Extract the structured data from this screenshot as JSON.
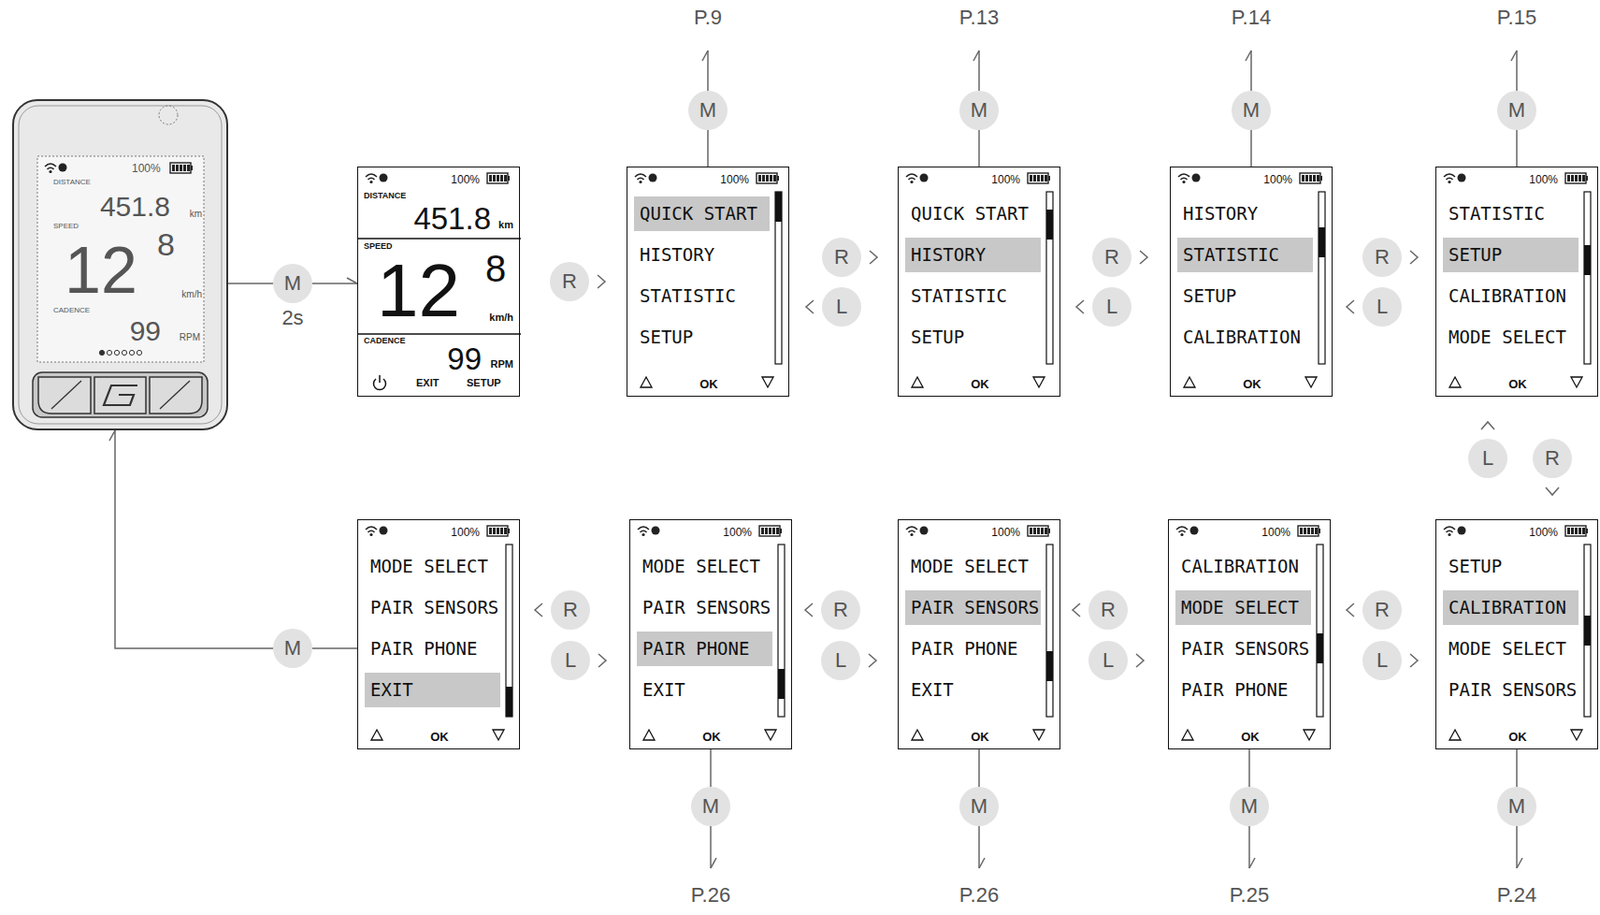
{
  "diagram": {
    "nodes": [
      {
        "text": [
          "100%",
          "DISTANCE",
          "451.8",
          "km",
          "SPEED",
          "12",
          "8",
          "km/h",
          "CADENCE",
          "99",
          "RPM"
        ]
      },
      {
        "text": [
          "M",
          "2s"
        ]
      },
      {
        "text": [
          "100%",
          "DISTANCE",
          "451.8",
          "km",
          "SPEED",
          "12",
          "8",
          "km/h",
          "CADENCE",
          "99",
          "RPM",
          "EXIT",
          "SETUP"
        ]
      },
      {
        "text": [
          "R"
        ]
      },
      {
        "text": [
          "100%",
          "QUICK START",
          "HISTORY",
          "STATISTIC",
          "SETUP",
          "OK"
        ]
      },
      {
        "text": [
          "M"
        ]
      },
      {
        "text": [
          "R"
        ]
      },
      {
        "text": [
          "L"
        ]
      },
      {
        "text": [
          "100%",
          "QUICK START",
          "HISTORY",
          "STATISTIC",
          "SETUP",
          "OK"
        ]
      },
      {
        "text": [
          "M"
        ]
      },
      {
        "text": [
          "R"
        ]
      },
      {
        "text": [
          "L"
        ]
      },
      {
        "text": [
          "100%",
          "HISTORY",
          "STATISTIC",
          "SETUP",
          "CALIBRATION",
          "OK"
        ]
      },
      {
        "text": [
          "M"
        ]
      },
      {
        "text": [
          "R"
        ]
      },
      {
        "text": [
          "L"
        ]
      },
      {
        "text": [
          "100%",
          "STATISTIC",
          "SETUP",
          "CALIBRATION",
          "MODE SELECT",
          "OK"
        ]
      },
      {
        "text": [
          "M"
        ]
      },
      {
        "text": [
          "L"
        ]
      },
      {
        "text": [
          "R"
        ]
      },
      {
        "text": [
          "100%",
          "SETUP",
          "CALIBRATION",
          "MODE SELECT",
          "PAIR SENSORS",
          "OK"
        ]
      },
      {
        "text": [
          "M"
        ]
      },
      {
        "text": [
          "R"
        ]
      },
      {
        "text": [
          "L"
        ]
      },
      {
        "text": [
          "100%",
          "CALIBRATION",
          "MODE SELECT",
          "PAIR SENSORS",
          "PAIR PHONE",
          "OK"
        ]
      },
      {
        "text": [
          "M"
        ]
      },
      {
        "text": [
          "R"
        ]
      },
      {
        "text": [
          "L"
        ]
      },
      {
        "text": [
          "100%",
          "MODE SELECT",
          "PAIR SENSORS",
          "PAIR PHONE",
          "EXIT",
          "OK"
        ]
      },
      {
        "text": [
          "M"
        ]
      },
      {
        "text": [
          "R"
        ]
      },
      {
        "text": [
          "L"
        ]
      },
      {
        "text": [
          "100%",
          "MODE SELECT",
          "PAIR SENSORS",
          "PAIR PHONE",
          "EXIT",
          "OK"
        ]
      },
      {
        "text": [
          "M"
        ]
      },
      {
        "text": [
          "R"
        ]
      },
      {
        "text": [
          "L"
        ]
      },
      {
        "text": [
          "100%",
          "MODE SELECT",
          "PAIR SENSORS",
          "PAIR PHONE",
          "EXIT",
          "OK"
        ]
      },
      {
        "text": [
          "M"
        ]
      }
    ],
    "edges": [
      {
        "from": 0,
        "to": 1,
        "arrow": "none"
      },
      {
        "from": 1,
        "to": 2,
        "arrow": "to"
      },
      {
        "from": 4,
        "to": 5,
        "arrow": "none"
      },
      {
        "from": 8,
        "to": 9,
        "arrow": "none"
      },
      {
        "from": 12,
        "to": 13,
        "arrow": "none"
      },
      {
        "from": 16,
        "to": 17,
        "arrow": "none"
      },
      {
        "from": 20,
        "to": 21,
        "arrow": "none"
      },
      {
        "from": 24,
        "to": 25,
        "arrow": "none"
      },
      {
        "from": 28,
        "to": 29,
        "arrow": "none"
      },
      {
        "from": 32,
        "to": 33,
        "arrow": "none"
      },
      {
        "from": 36,
        "to": 37,
        "arrow": "none"
      },
      {
        "from": 37,
        "to": 0,
        "arrow": "to"
      }
    ],
    "labels": [
      "P.9",
      "P.13",
      "P.14",
      "P.15",
      "P.24",
      "P.25",
      "P.26",
      "P.26"
    ]
  }
}
